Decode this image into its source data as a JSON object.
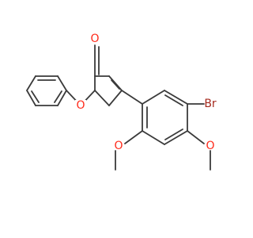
{
  "molecule": {
    "atom_labels": {
      "carbonyl_oxygen": "O",
      "ring_oxygen": "O",
      "bromine": "Br",
      "methoxy_oxygen_ortho": "O",
      "methoxy_oxygen_para": "O"
    },
    "colors": {
      "bond": "#3a3a3a",
      "oxygen": "#ff2a1a",
      "bromine": "#a52a1e",
      "background": "#ffffff"
    }
  }
}
